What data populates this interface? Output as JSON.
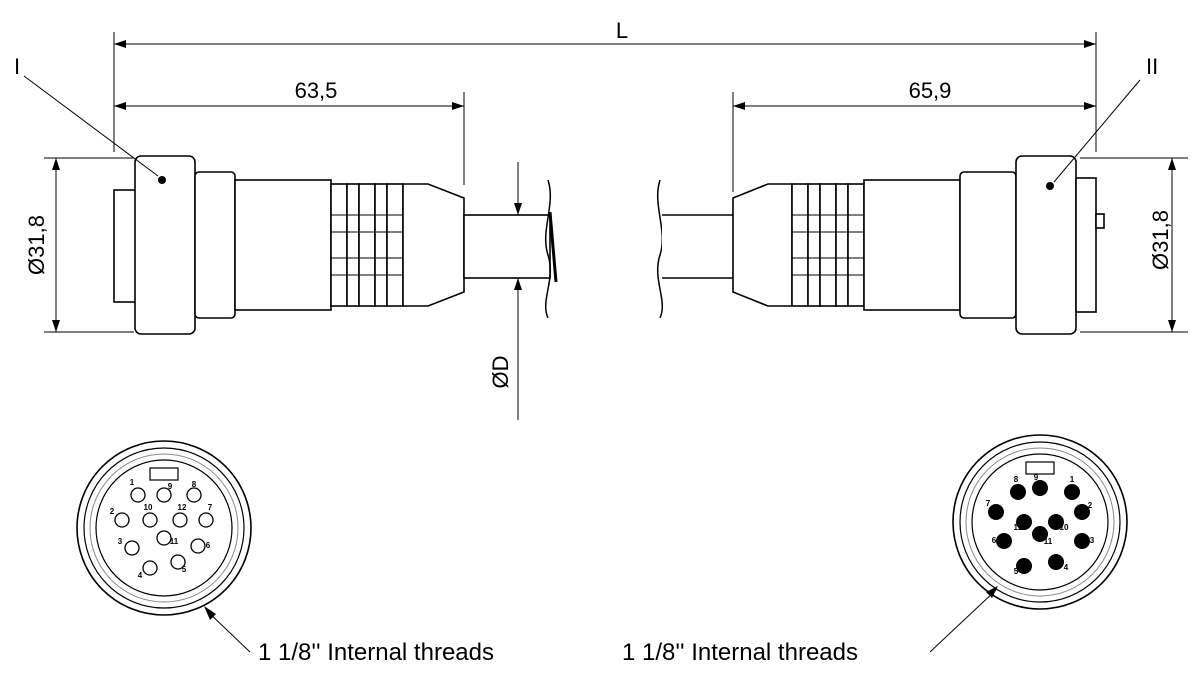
{
  "dimensions": {
    "overall_length": "L",
    "left_length": "63,5",
    "right_length": "65,9",
    "left_diameter": "Ø31,8",
    "right_diameter": "Ø31,8",
    "cable_diameter": "ØD"
  },
  "connector_labels": {
    "left": "I",
    "right": "II"
  },
  "callouts": {
    "left_thread": "1 1/8'' Internal threads",
    "right_thread": "1 1/8'' Internal threads"
  },
  "pins": {
    "left_face": [
      "1",
      "2",
      "3",
      "4",
      "5",
      "6",
      "7",
      "8",
      "9",
      "10",
      "11",
      "12"
    ],
    "right_face": [
      "1",
      "2",
      "3",
      "4",
      "5",
      "6",
      "7",
      "8",
      "9",
      "10",
      "11",
      "12"
    ]
  }
}
